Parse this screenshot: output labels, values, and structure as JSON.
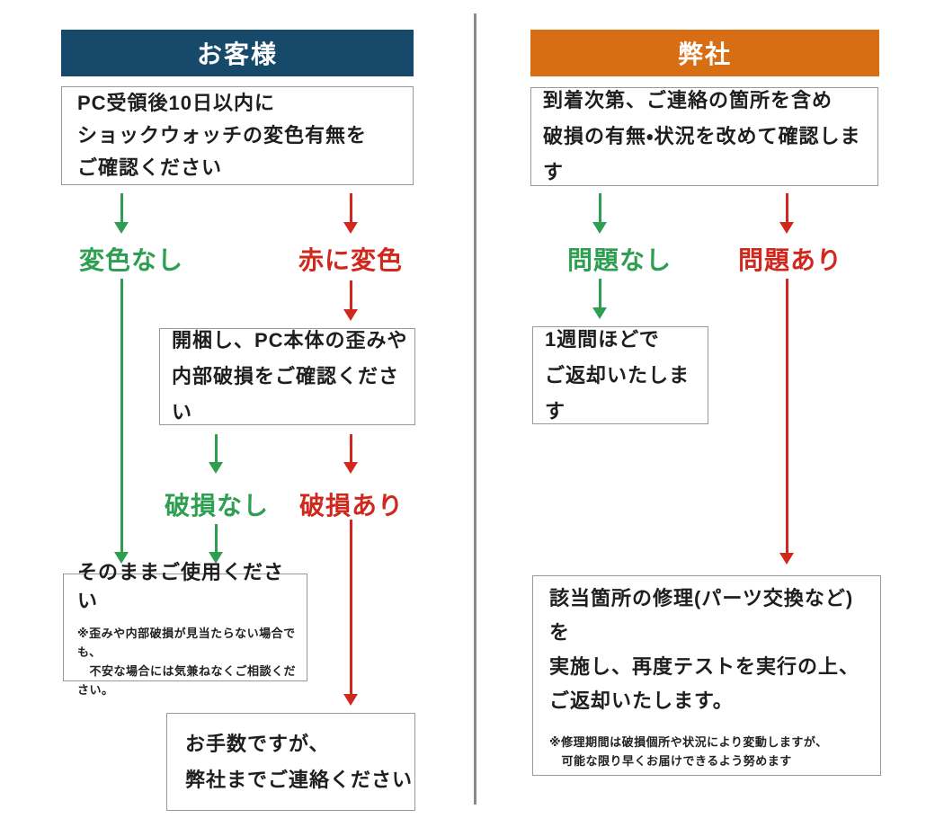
{
  "colors": {
    "customer_header_bg": "#17496B",
    "company_header_bg": "#D86E14",
    "green": "#2E9E51",
    "red": "#D1281E",
    "box_border": "#999999",
    "divider": "#8A8A8A",
    "text": "#1E1E1E",
    "header_text": "#FFFFFF"
  },
  "customer": {
    "header": "お客様",
    "step1": "PC受領後10日以内に\nショックウォッチの変色有無を\nご確認ください",
    "branch1_no_change": "変色なし",
    "branch1_red": "赤に変色",
    "step2": "開梱し、PC本体の歪みや\n内部破損をご確認ください",
    "branch2_no_damage": "破損なし",
    "branch2_damaged": "破損あり",
    "use_as_is": "そのままご使用ください",
    "use_as_is_note": "※歪みや内部破損が見当たらない場合でも、\n　不安な場合には気兼ねなくご相談ください。",
    "contact_us": "お手数ですが、\n弊社までご連絡ください"
  },
  "company": {
    "header": "弊社",
    "step1": "到着次第、ご連絡の箇所を含め\n破損の有無・状況を改めて確認します",
    "branch_no_problem": "問題なし",
    "branch_problem": "問題あり",
    "return_ok": "1週間ほどで\nご返却いたします",
    "repair": "該当箇所の修理(パーツ交換など)を\n実施し、再度テストを実行の上、\nご返却いたします。",
    "repair_note": "※修理期間は破損個所や状況により変動しますが、\n　可能な限り早くお届けできるよう努めます"
  }
}
